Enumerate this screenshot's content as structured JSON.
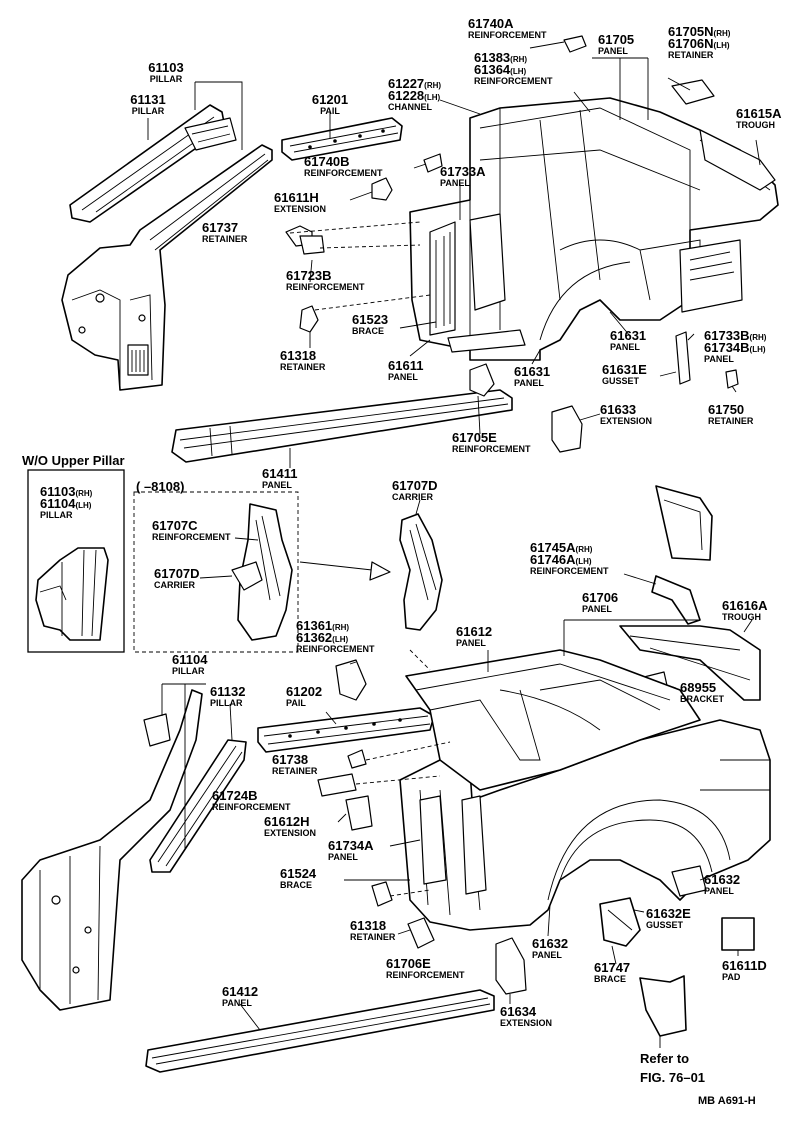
{
  "diagram": {
    "inset_title": "W/O Upper Pillar",
    "inset_range": "(  –8108)",
    "reference_note_line1": "Refer to",
    "reference_note_line2": "FIG. 76–01",
    "drawing_code": "MB A691-H",
    "labels": {
      "p61103": {
        "number": "61103",
        "name": "PILLAR"
      },
      "p61131": {
        "number": "61131",
        "name": "PILLAR"
      },
      "p61201": {
        "number": "61201",
        "name": "PAIL"
      },
      "p61227": {
        "number": "61227",
        "side": "(RH)",
        "number2": "61228",
        "side2": "(LH)",
        "name": "CHANNEL"
      },
      "p61740A": {
        "number": "61740A",
        "name": "REINFORCEMENT"
      },
      "p61383": {
        "number": "61383",
        "side": "(RH)",
        "number2": "61364",
        "side2": "(LH)",
        "name": "REINFORCEMENT"
      },
      "p61705": {
        "number": "61705",
        "name": "PANEL"
      },
      "p61705N": {
        "number": "61705N",
        "side": "(RH)",
        "number2": "61706N",
        "side2": "(LH)",
        "name": "RETAINER"
      },
      "p61615A": {
        "number": "61615A",
        "name": "TROUGH"
      },
      "p61740B": {
        "number": "61740B",
        "name": "REINFORCEMENT"
      },
      "p61611H": {
        "number": "61611H",
        "name": "EXTENSION"
      },
      "p61733A": {
        "number": "61733A",
        "name": "PANEL"
      },
      "p61737": {
        "number": "61737",
        "name": "RETAINER"
      },
      "p61723B": {
        "number": "61723B",
        "name": "REINFORCEMENT"
      },
      "p61523": {
        "number": "61523",
        "name": "BRACE"
      },
      "p61318a": {
        "number": "61318",
        "name": "RETAINER"
      },
      "p61611": {
        "number": "61611",
        "name": "PANEL"
      },
      "p61631a": {
        "number": "61631",
        "name": "PANEL"
      },
      "p61631b": {
        "number": "61631",
        "name": "PANEL"
      },
      "p61733B": {
        "number": "61733B",
        "side": "(RH)",
        "number2": "61734B",
        "side2": "(LH)",
        "name": "PANEL"
      },
      "p61631E": {
        "number": "61631E",
        "name": "GUSSET"
      },
      "p61633": {
        "number": "61633",
        "name": "EXTENSION"
      },
      "p61750": {
        "number": "61750",
        "name": "RETAINER"
      },
      "p61705E": {
        "number": "61705E",
        "name": "REINFORCEMENT"
      },
      "p61411": {
        "number": "61411",
        "name": "PANEL"
      },
      "p61103i": {
        "number": "61103",
        "side": "(RH)",
        "number2": "61104",
        "side2": "(LH)",
        "name": "PILLAR"
      },
      "p61707C": {
        "number": "61707C",
        "name": "REINFORCEMENT"
      },
      "p61707Di": {
        "number": "61707D",
        "name": "CARRIER"
      },
      "p61707D": {
        "number": "61707D",
        "name": "CARRIER"
      },
      "p61745A": {
        "number": "61745A",
        "side": "(RH)",
        "number2": "61746A",
        "side2": "(LH)",
        "name": "REINFORCEMENT"
      },
      "p61706": {
        "number": "61706",
        "name": "PANEL"
      },
      "p61616A": {
        "number": "61616A",
        "name": "TROUGH"
      },
      "p61361": {
        "number": "61361",
        "side": "(RH)",
        "number2": "61362",
        "side2": "(LH)",
        "name": "REINFORCEMENT"
      },
      "p61612": {
        "number": "61612",
        "name": "PANEL"
      },
      "p68955": {
        "number": "68955",
        "name": "BRACKET"
      },
      "p61104": {
        "number": "61104",
        "name": "PILLAR"
      },
      "p61132": {
        "number": "61132",
        "name": "PILLAR"
      },
      "p61202": {
        "number": "61202",
        "name": "PAIL"
      },
      "p61738": {
        "number": "61738",
        "name": "RETAINER"
      },
      "p61724B": {
        "number": "61724B",
        "name": "REINFORCEMENT"
      },
      "p61612H": {
        "number": "61612H",
        "name": "EXTENSION"
      },
      "p61734A": {
        "number": "61734A",
        "name": "PANEL"
      },
      "p61524": {
        "number": "61524",
        "name": "BRACE"
      },
      "p61318b": {
        "number": "61318",
        "name": "RETAINER"
      },
      "p61706E": {
        "number": "61706E",
        "name": "REINFORCEMENT"
      },
      "p61632a": {
        "number": "61632",
        "name": "PANEL"
      },
      "p61632b": {
        "number": "61632",
        "name": "PANEL"
      },
      "p61632E": {
        "number": "61632E",
        "name": "GUSSET"
      },
      "p61747": {
        "number": "61747",
        "name": "BRACE"
      },
      "p61611D": {
        "number": "61611D",
        "name": "PAD"
      },
      "p61634": {
        "number": "61634",
        "name": "EXTENSION"
      },
      "p61412": {
        "number": "61412",
        "name": "PANEL"
      }
    }
  }
}
